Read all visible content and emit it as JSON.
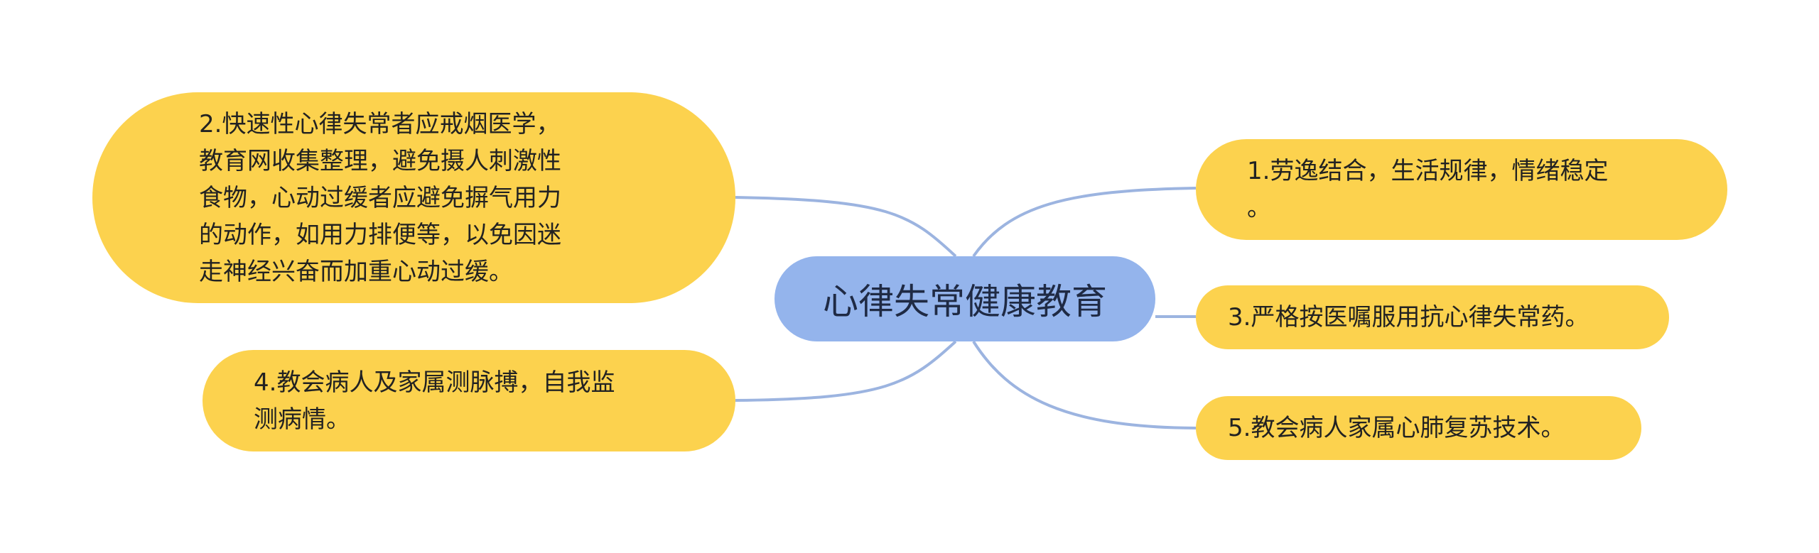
{
  "diagram": {
    "type": "mind-map",
    "central": {
      "text": "心律失常健康教育",
      "color": "#94b4ec"
    },
    "branch_color": "#fcd24e",
    "line_color": "#9cb4e0",
    "branches": [
      {
        "id": "2",
        "side": "left",
        "text": "2.快速性心律失常者应戒烟医学，\n教育网收集整理，避免摄人刺激性\n食物，心动过缓者应避免摒气用力\n的动作，如用力排便等，以免因迷\n走神经兴奋而加重心动过缓。"
      },
      {
        "id": "4",
        "side": "left",
        "text": "4.教会病人及家属测脉搏，自我监\n测病情。"
      },
      {
        "id": "1",
        "side": "right",
        "text": "1.劳逸结合，生活规律，情绪稳定\n。"
      },
      {
        "id": "3",
        "side": "right",
        "text": "3.严格按医嘱服用抗心律失常药。"
      },
      {
        "id": "5",
        "side": "right",
        "text": "5.教会病人家属心肺复苏技术。"
      }
    ]
  }
}
